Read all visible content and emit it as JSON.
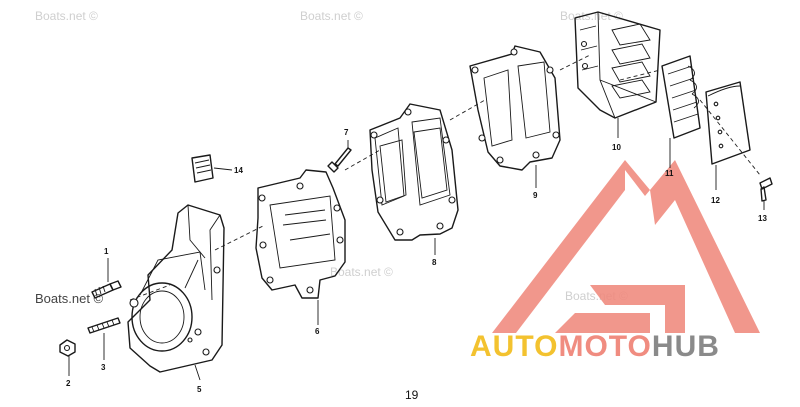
{
  "watermark": {
    "text": "Boats.net ©",
    "repeat_text": "Boats.net ©"
  },
  "callouts": {
    "c1": "1",
    "c2": "2",
    "c3": "3",
    "c5": "5",
    "c6": "6",
    "c7": "7",
    "c8": "8",
    "c9": "9",
    "c10": "10",
    "c11": "11",
    "c12": "12",
    "c13": "13",
    "c14": "14"
  },
  "page_number": "19",
  "logo": {
    "part1": "AUTO",
    "part2": "MOTO",
    "part3": "HUB",
    "color_auto": "#f3c22f",
    "color_moto": "#f08c80",
    "color_hub": "#8a8a8a",
    "mark_color": "#f0897d"
  }
}
